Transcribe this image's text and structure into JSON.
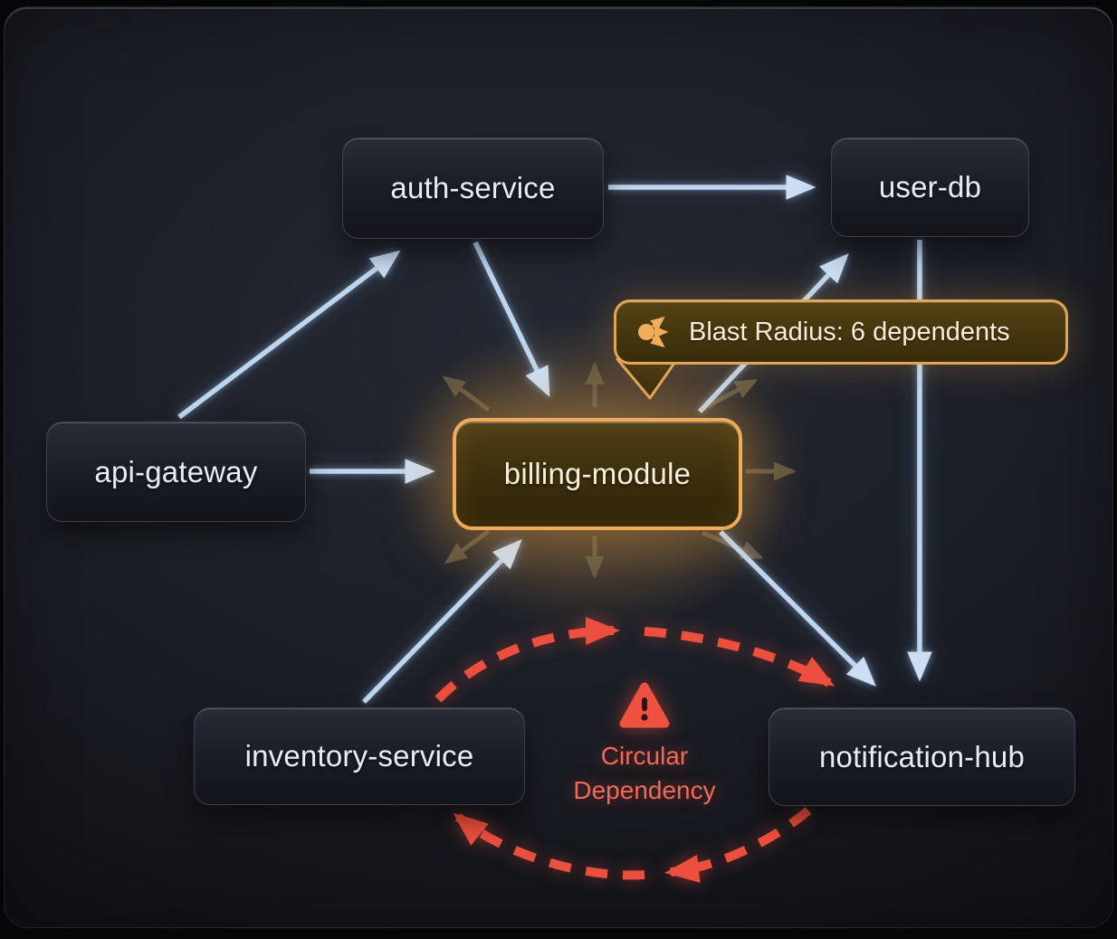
{
  "nodes": [
    {
      "id": "auth-service",
      "label": "auth-service",
      "state": "normal"
    },
    {
      "id": "user-db",
      "label": "user-db",
      "state": "normal"
    },
    {
      "id": "api-gateway",
      "label": "api-gateway",
      "state": "normal"
    },
    {
      "id": "billing-module",
      "label": "billing-module",
      "state": "highlighted"
    },
    {
      "id": "inventory-service",
      "label": "inventory-service",
      "state": "normal"
    },
    {
      "id": "notification-hub",
      "label": "notification-hub",
      "state": "normal"
    }
  ],
  "edges": [
    {
      "from": "auth-service",
      "to": "user-db",
      "type": "dependency"
    },
    {
      "from": "api-gateway",
      "to": "auth-service",
      "type": "dependency"
    },
    {
      "from": "auth-service",
      "to": "billing-module",
      "type": "dependency"
    },
    {
      "from": "api-gateway",
      "to": "billing-module",
      "type": "dependency"
    },
    {
      "from": "inventory-service",
      "to": "billing-module",
      "type": "dependency"
    },
    {
      "from": "billing-module",
      "to": "user-db",
      "type": "dependency"
    },
    {
      "from": "billing-module",
      "to": "notification-hub",
      "type": "dependency"
    },
    {
      "from": "user-db",
      "to": "notification-hub",
      "type": "dependency"
    },
    {
      "from": "inventory-service",
      "to": "notification-hub",
      "type": "circular"
    },
    {
      "from": "notification-hub",
      "to": "inventory-service",
      "type": "circular"
    }
  ],
  "tooltip": {
    "icon": "blast-radius-icon",
    "text": "Blast Radius: 6 dependents"
  },
  "warning": {
    "icon": "warning-triangle-icon",
    "line1": "Circular",
    "line2": "Dependency"
  },
  "colors": {
    "highlight_orange": "#efab57",
    "tooltip_border": "#e2a455",
    "edge_blue": "#bdd6f0",
    "blast_arrow_olive": "#6f6349",
    "alert_red": "#ed4f3f",
    "node_text": "#e9ecf2"
  }
}
